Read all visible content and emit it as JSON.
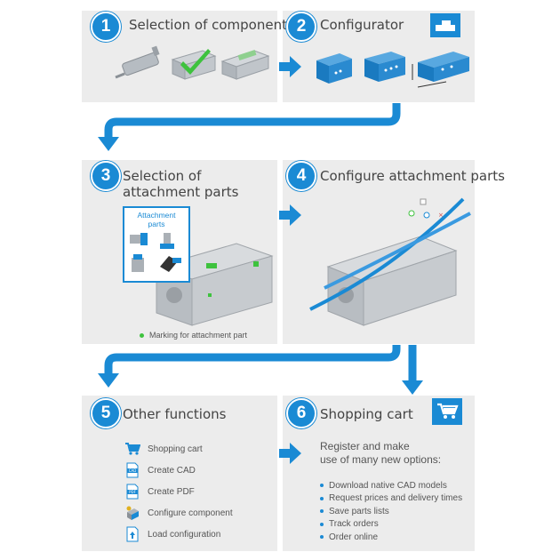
{
  "steps": [
    {
      "number": "1",
      "title": "Selection of component"
    },
    {
      "number": "2",
      "title": "Configurator"
    },
    {
      "number": "3",
      "title_line1": "Selection of",
      "title_line2": "attachment parts"
    },
    {
      "number": "4",
      "title": "Configure attachment parts"
    },
    {
      "number": "5",
      "title": "Other functions"
    },
    {
      "number": "6",
      "title": "Shopping cart"
    }
  ],
  "attachment_box": {
    "line1": "Attachment",
    "line2": "parts"
  },
  "marking_legend": "Marking for attachment part",
  "other_functions": [
    {
      "label": "Shopping cart",
      "icon": "cart-icon"
    },
    {
      "label": "Create CAD",
      "icon": "cad-file-icon"
    },
    {
      "label": "Create PDF",
      "icon": "pdf-file-icon"
    },
    {
      "label": "Configure component",
      "icon": "configure-icon"
    },
    {
      "label": "Load configuration",
      "icon": "upload-icon"
    }
  ],
  "icon_texts": {
    "cad": "CAD",
    "pdf": "PDF"
  },
  "shopping": {
    "intro_line1": "Register and make",
    "intro_line2": "use of many new options:",
    "options": [
      "Download native CAD models",
      "Request prices and delivery times",
      "Save parts lists",
      "Track orders",
      "Order online"
    ]
  },
  "colors": {
    "accent": "#1a8ad4",
    "panel": "#ececec",
    "marking": "#3ec23e"
  }
}
